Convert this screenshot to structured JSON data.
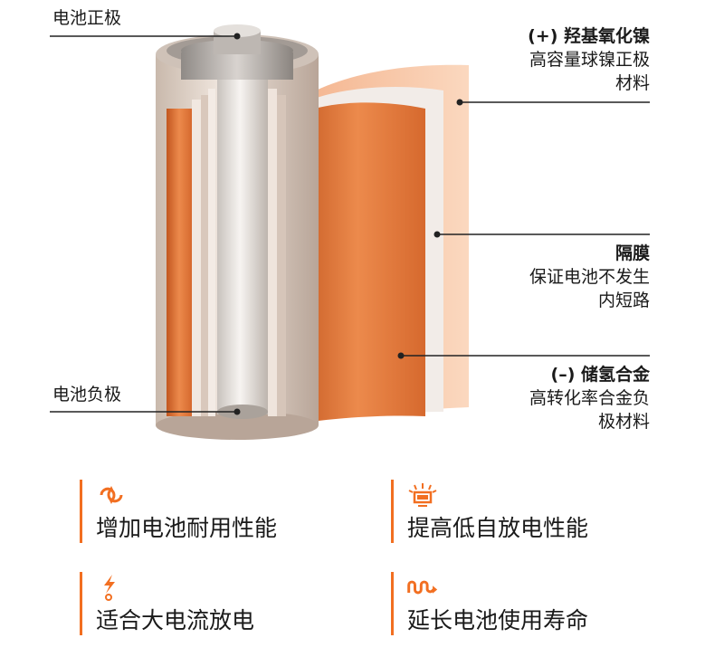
{
  "labels": {
    "positive_terminal": "电池正极",
    "negative_terminal": "电池负极",
    "cathode_title": "(+) 羟基氧化镍",
    "cathode_desc_1": "高容量球镍正极",
    "cathode_desc_2": "材料",
    "separator_title": "隔膜",
    "separator_desc_1": "保证电池不发生",
    "separator_desc_2": "内短路",
    "anode_title": "(–) 储氢合金",
    "anode_desc_1": "高转化率合金负",
    "anode_desc_2": "极材料"
  },
  "features": [
    {
      "icon": "cycle-arrows-icon",
      "text": "增加电池耐用性能"
    },
    {
      "icon": "heat-battery-icon",
      "text": "提高低自放电性能"
    },
    {
      "icon": "lightning-plug-icon",
      "text": "适合大电流放电"
    },
    {
      "icon": "wave-arrow-icon",
      "text": "延长电池使用寿命"
    }
  ],
  "colors": {
    "accent": "#f26f21",
    "anode_orange": "#e8874a",
    "separator_peach": "#f8c8a8"
  }
}
